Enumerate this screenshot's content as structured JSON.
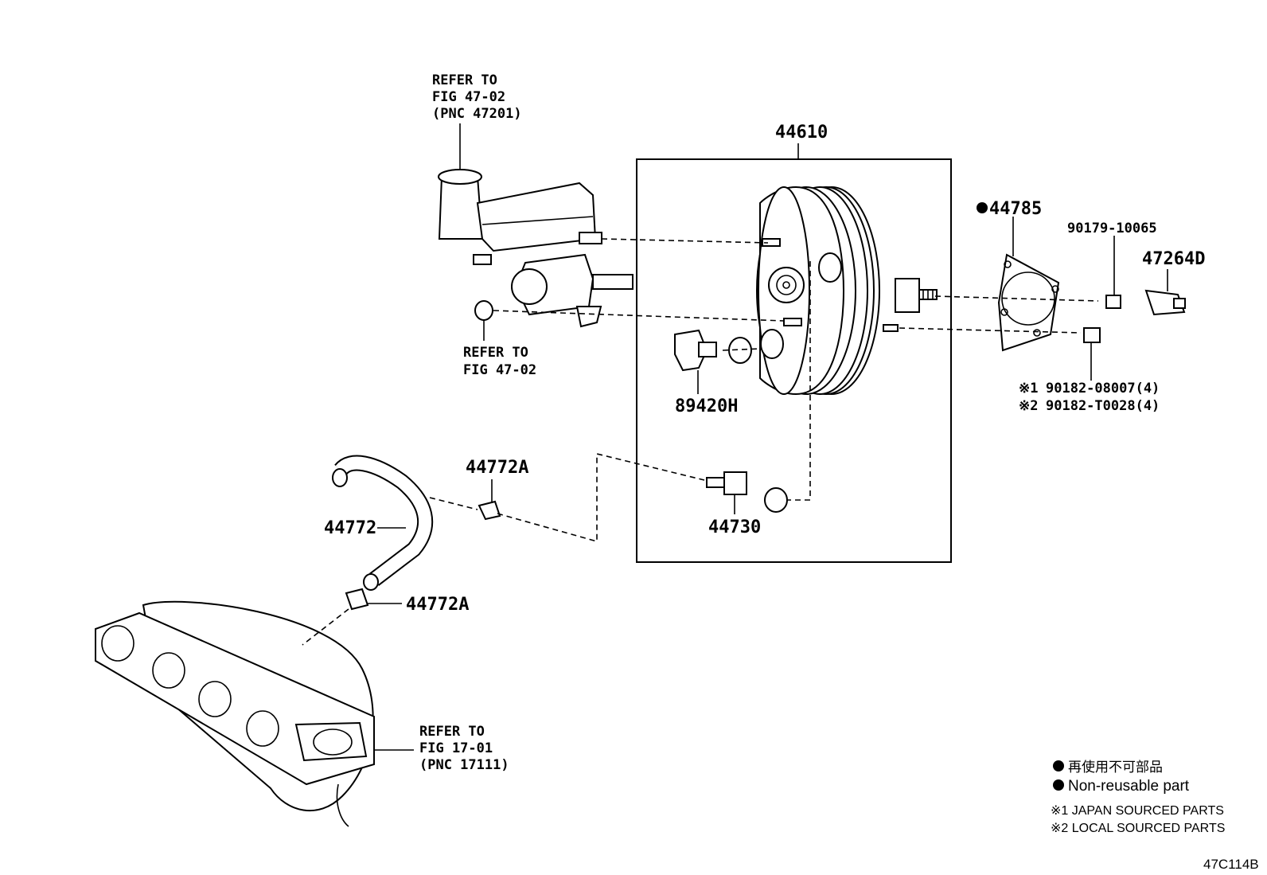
{
  "callouts": {
    "master_cylinder_ref": [
      "REFER TO",
      "FIG 47-02",
      "(PNC 47201)"
    ],
    "gasket_ref": [
      "REFER TO",
      "FIG 47-02"
    ],
    "manifold_ref": [
      "REFER TO",
      "FIG 17-01",
      "(PNC 17111)"
    ]
  },
  "parts": {
    "booster": "44610",
    "gasket": "44785",
    "stud_bolt": "90179-10065",
    "clevis": "47264D",
    "nut_japan": "90182-08007(4)",
    "nut_local": "90182-T0028(4)",
    "sensor": "89420H",
    "clip_upper": "44772A",
    "hose": "44772",
    "check_valve": "44730",
    "clip_lower": "44772A"
  },
  "marks": {
    "nut_japan_mark": "※1",
    "nut_local_mark": "※2"
  },
  "legend": {
    "non_reusable_jp": "再使用不可部品",
    "non_reusable_en": "Non-reusable part",
    "japan_sourced": "※1 JAPAN SOURCED PARTS",
    "local_sourced": "※2 LOCAL SOURCED PARTS"
  },
  "figure_code": "47C114B"
}
